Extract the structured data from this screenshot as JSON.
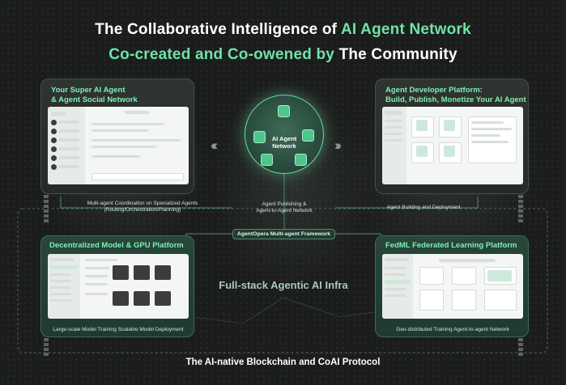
{
  "title": {
    "line1_prefix": "The Collaborative Intelligence of ",
    "line1_highlight": "AI Agent Network",
    "line2_prefix": "Co-created and Co-owened by ",
    "line2_highlight": "The Community"
  },
  "panels": {
    "top_left": {
      "title_line1": "Your Super AI Agent",
      "title_line2": "& Agent Social Network",
      "caption_line1": "Multi-agent Coordination on Specialized Agents",
      "caption_line2": "(Routing/Orchestration/Planning)"
    },
    "top_right": {
      "title_line1": "Agent Developer Platform:",
      "title_line2": "Build, Publish, Monetize Your AI Agent",
      "caption": "Agent Building and Deployment"
    },
    "bottom_left": {
      "title": "Decentralized Model & GPU Platform",
      "caption": "Large-scale Model Training Scalable Model Deployment"
    },
    "bottom_right": {
      "title": "FedML Federated Learning Platform",
      "caption": "Geo-distributed Training Agent-to-agent Network"
    }
  },
  "hub": {
    "title_line1": "AI Agent",
    "title_line2": "Network",
    "caption_line1": "Agent Publishing &",
    "caption_line2": "Agent-to-Agent Network"
  },
  "framework": "AgentOpera Multi-agent Framework",
  "infra": "Full-stack Agentic AI Infra",
  "footer": "The AI-native Blockchain and CoAI Protocol",
  "colors": {
    "accent": "#6fe3a8",
    "background": "#1b1d1c",
    "panel_green": "#28463a"
  }
}
